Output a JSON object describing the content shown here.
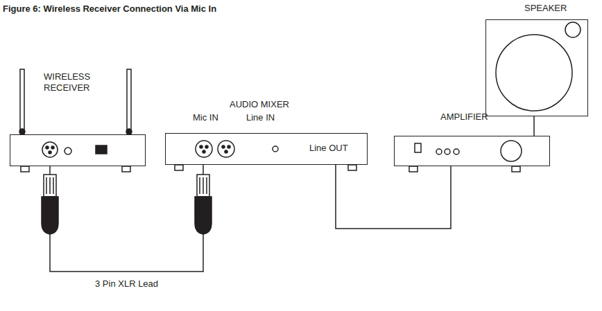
{
  "diagram": {
    "title": "Figure 6: Wireless Receiver Connection Via Mic In",
    "nodes": [
      {
        "text": [
          "WIRELESS RECEIVER"
        ]
      },
      {
        "text": [
          "AUDIO MIXER",
          "Line OUT"
        ]
      },
      {
        "text": [
          "AMPLIFIER"
        ]
      },
      {
        "text": [
          "SPEAKER"
        ]
      }
    ],
    "edges": [
      {
        "from": 0,
        "to": 1,
        "label": "3 Pin XLR Lead",
        "arrow": "none"
      },
      {
        "from": 1,
        "to": 2,
        "arrow": "none"
      },
      {
        "from": 2,
        "to": 3,
        "arrow": "none"
      }
    ],
    "labels": [
      "Mic IN",
      "Line IN"
    ]
  }
}
